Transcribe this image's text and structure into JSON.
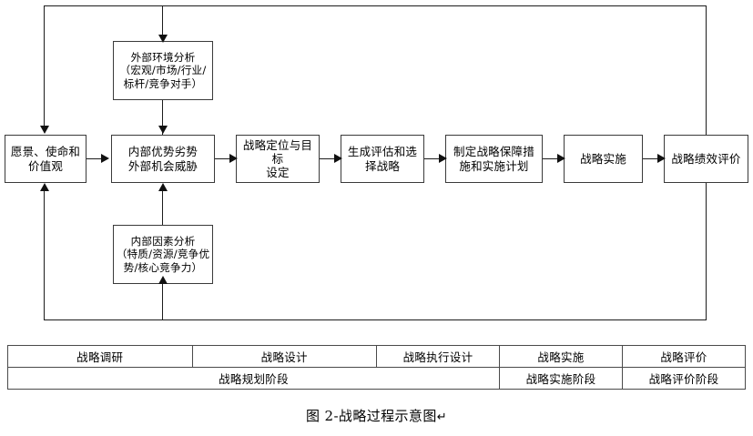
{
  "figure": {
    "caption": "图 2-战略过程示意图",
    "caption_mark": "↵"
  },
  "flow": {
    "nodes": [
      {
        "id": "vision",
        "lines": [
          "愿景、使命和",
          "价值观"
        ]
      },
      {
        "id": "swot",
        "lines": [
          "内部优势劣势",
          "外部机会威胁"
        ]
      },
      {
        "id": "external-analysis",
        "lines": [
          "外部环境分析",
          "（宏观/市场/行业/",
          "标杆/竞争对手）"
        ]
      },
      {
        "id": "internal-analysis",
        "lines": [
          "内部因素分析",
          "（特质/资源/竞争优",
          "势/核心竞争力）"
        ]
      },
      {
        "id": "positioning",
        "lines": [
          "战略定位与目标",
          "设定"
        ]
      },
      {
        "id": "generate-select",
        "lines": [
          "生成评估和选",
          "择战略"
        ]
      },
      {
        "id": "safeguard-plan",
        "lines": [
          "制定战略保障措",
          "施和实施计划"
        ]
      },
      {
        "id": "implementation",
        "lines": [
          "战略实施"
        ]
      },
      {
        "id": "performance-eval",
        "lines": [
          "战略绩效评价"
        ]
      }
    ]
  },
  "phase_table": {
    "row_activities": [
      "战略调研",
      "战略设计",
      "战略执行设计",
      "战略实施",
      "战略评价"
    ],
    "row_phases": [
      "战略规划阶段",
      "战略实施阶段",
      "战略评价阶段"
    ]
  },
  "colors": {
    "line": "#1c1c1c",
    "border": "#3a3a3a",
    "background": "#ffffff",
    "text": "#000000"
  }
}
